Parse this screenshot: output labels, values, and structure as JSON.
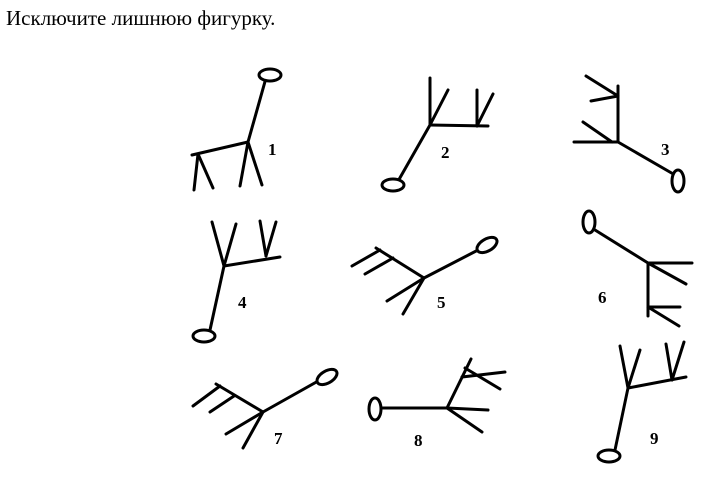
{
  "title": "Исключите лишнюю фигурку.",
  "figures": [
    {
      "number": "1"
    },
    {
      "number": "2"
    },
    {
      "number": "3"
    },
    {
      "number": "4"
    },
    {
      "number": "5"
    },
    {
      "number": "6"
    },
    {
      "number": "7"
    },
    {
      "number": "8"
    },
    {
      "number": "9"
    }
  ]
}
